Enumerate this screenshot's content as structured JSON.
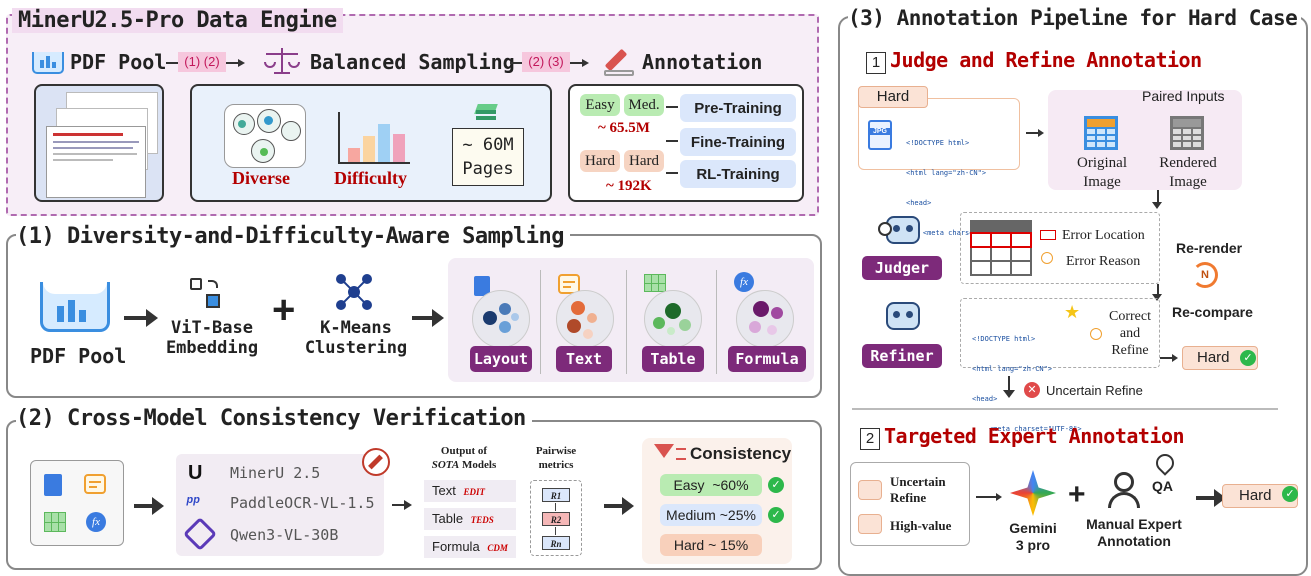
{
  "engine": {
    "title": "MinerU2.5-Pro Data Engine",
    "pdf_pool": "PDF Pool",
    "step1": "(1) (2)",
    "balanced": "Balanced Sampling",
    "step2": "(2) (3)",
    "annotation": "Annotation",
    "diverse": "Diverse",
    "difficulty": "Difficulty",
    "pages_line1": "~ 60M",
    "pages_line2": "Pages",
    "easy": "Easy",
    "med": "Med.",
    "count1": "~ 65.5M",
    "hard1": "Hard",
    "hard2": "Hard",
    "count2": "~ 192K",
    "pretrain": "Pre-Training",
    "finetune": "Fine-Training",
    "rltrain": "RL-Training"
  },
  "sampling": {
    "title": "(1) Diversity-and-Difficulty-Aware Sampling",
    "pdf_pool": "PDF Pool",
    "vit_line1": "ViT-Base",
    "vit_line2": "Embedding",
    "kmeans_line1": "K-Means",
    "kmeans_line2": "Clustering",
    "plus": "+",
    "fx": "fx",
    "clusters": [
      "Layout",
      "Text",
      "Table",
      "Formula"
    ]
  },
  "consistency": {
    "title": "(2) Cross-Model Consistency Verification",
    "fx": "fx",
    "models": [
      "MinerU 2.5",
      "PaddleOCR-VL-1.5",
      "Qwen3-VL-30B"
    ],
    "output_header_1": "Output of",
    "output_header_2a": "SOTA",
    "output_header_2b": " Models",
    "metrics_header_1": "Pairwise",
    "metrics_header_2": "metrics",
    "outputs": [
      {
        "label": "Text",
        "metric": "EDIT"
      },
      {
        "label": "Table",
        "metric": "TEDS"
      },
      {
        "label": "Formula",
        "metric": "CDM"
      }
    ],
    "r_labels": [
      "R1",
      "R2",
      "Rn"
    ],
    "consistency_title": "Consistency",
    "easy": "Easy  ~60%",
    "medium": "Medium ~25%",
    "hard": "Hard ~ 15%"
  },
  "pipeline": {
    "title": "(3) Annotation Pipeline for Hard Case",
    "s1_num": "1",
    "s1_title": "Judge and Refine Annotation",
    "hard_label": "Hard",
    "jpg": "JPG",
    "code_lines": [
      "<!DOCTYPE html>",
      "<html lang=\"zh-CN\">",
      "<head>",
      "    <meta charset=\"UTF-8\">"
    ],
    "paired_inputs": "Paired Inputs",
    "original_1": "Original",
    "original_2": "Image",
    "rendered_1": "Rendered",
    "rendered_2": "Image",
    "judger": "Judger",
    "error_location": "Error Location",
    "error_reason": "Error Reason",
    "rerender": "Re-render",
    "n_badge": "N",
    "recompare": "Re-compare",
    "refiner": "Refiner",
    "correct_1": "Correct",
    "correct_2": "and",
    "correct_3": "Refine",
    "hard_out": "Hard",
    "uncertain_refine": "Uncertain Refine",
    "s2_num": "2",
    "s2_title": "Targeted Expert Annotation",
    "uncertain_1": "Uncertain",
    "uncertain_2": "Refine",
    "high_value": "High-value",
    "gemini_1": "Gemini",
    "gemini_2": "3 pro",
    "qa": "QA",
    "manual_1": "Manual Expert",
    "manual_2": "Annotation",
    "hard_final": "Hard"
  },
  "colors": {
    "purple_tag": "#7d2a7a",
    "dark_red": "#b30000",
    "green_pill": "#c9efc4",
    "blue_pill": "#dbe7fb",
    "orange_pill": "#f8d9c8"
  }
}
